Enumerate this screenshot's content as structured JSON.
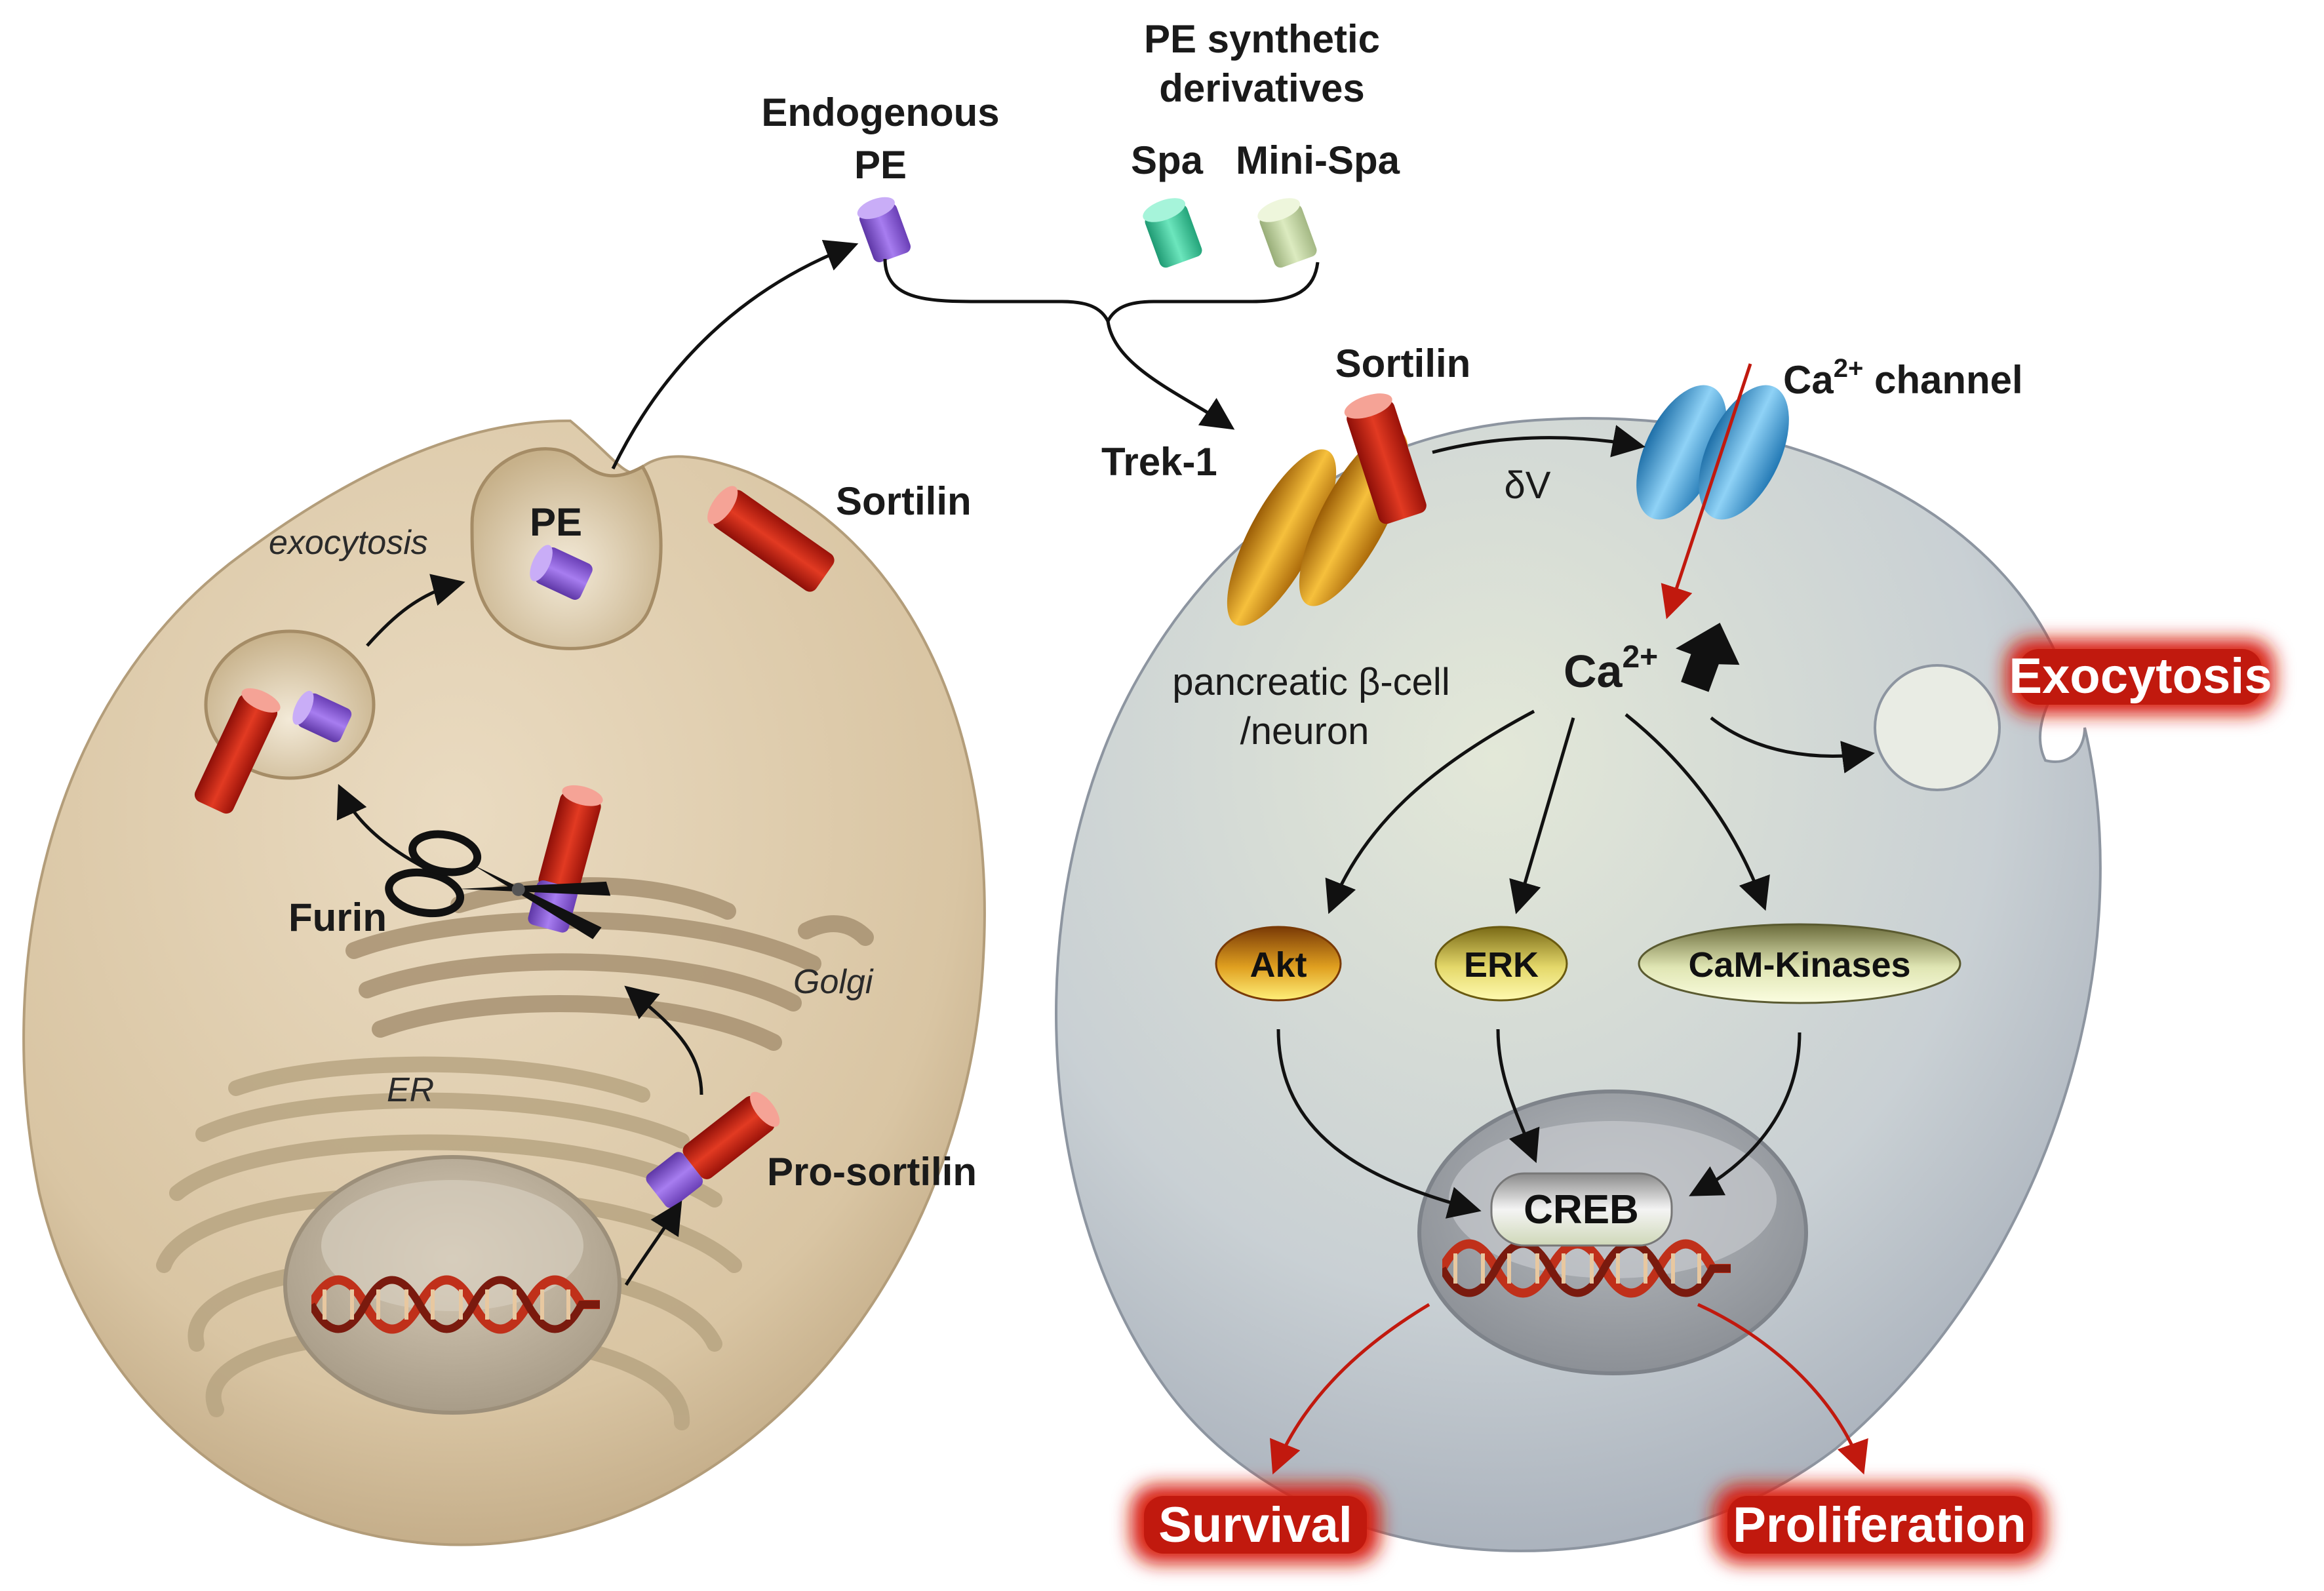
{
  "colors": {
    "left_cell": "#d9c5a3",
    "right_cell": "#c9d0d4",
    "sortilin": "#d32015",
    "propeptide": "#8b5bd6",
    "spa": "#4fd6a8",
    "mini_spa": "#c8dca8",
    "trek1": "#e8a31a",
    "ca_channel": "#4aa3d8",
    "output_glow": "#d71a10",
    "red_arrow": "#c1190e"
  },
  "top": {
    "endogenous_pe_line1": "Endogenous",
    "endogenous_pe_line2": "PE",
    "pe_synthetic_line1": "PE synthetic",
    "pe_synthetic_line2": "derivatives",
    "spa": "Spa",
    "mini_spa": "Mini-Spa"
  },
  "left_cell": {
    "exocytosis": "exocytosis",
    "pe": "PE",
    "sortilin": "Sortilin",
    "furin": "Furin",
    "golgi": "Golgi",
    "er": "ER",
    "pro_sortilin": "Pro-sortilin"
  },
  "right_cell": {
    "trek1": "Trek-1",
    "sortilin": "Sortilin",
    "ca_channel_base": "Ca",
    "ca_channel_sup": "2+",
    "ca_channel_rest": " channel",
    "delta_v": "δV",
    "cell_type_line1": "pancreatic β-cell",
    "cell_type_line2": "/neuron",
    "ca_base": "Ca",
    "ca_sup": "2+",
    "akt": "Akt",
    "erk": "ERK",
    "camk": "CaM-Kinases",
    "creb": "CREB"
  },
  "outputs": {
    "exocytosis": "Exocytosis",
    "survival": "Survival",
    "proliferation": "Proliferation"
  }
}
